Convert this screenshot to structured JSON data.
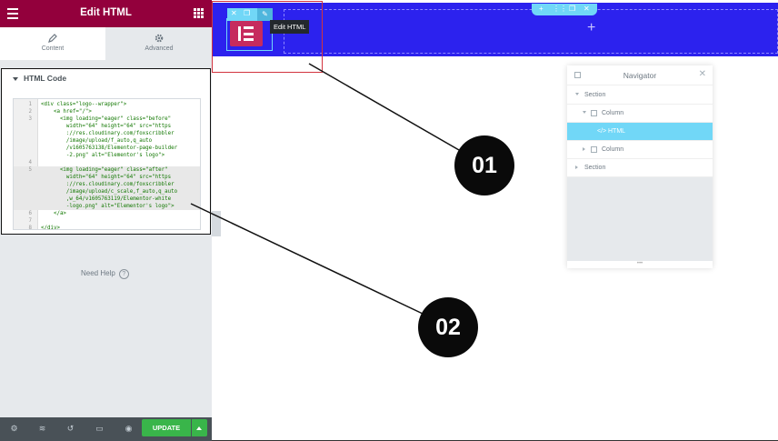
{
  "panel": {
    "title": "Edit HTML",
    "tabs": [
      {
        "label": "Content",
        "icon": "pencil-icon",
        "active": true
      },
      {
        "label": "Advanced",
        "icon": "gear-icon",
        "active": false
      }
    ],
    "section_title": "HTML Code",
    "code_lines": [
      {
        "num": "1",
        "text": "<div class=\"logo--wrapper\">"
      },
      {
        "num": "2",
        "text": "    <a href=\"/\">"
      },
      {
        "num": "3",
        "text": "      <img loading=\"eager\" class=\"before\""
      },
      {
        "num": "",
        "text": "        width=\"64\" height=\"64\" src=\"https"
      },
      {
        "num": "",
        "text": "        ://res.cloudinary.com/foxscribbler"
      },
      {
        "num": "",
        "text": "        /image/upload/f_auto,q_auto"
      },
      {
        "num": "",
        "text": "        /v1605763138/Elementor-page-builder"
      },
      {
        "num": "",
        "text": "        -2.png\" alt=\"Elementor's logo\">"
      },
      {
        "num": "4",
        "text": ""
      },
      {
        "num": "5",
        "text": "      <img loading=\"eager\" class=\"after\""
      },
      {
        "num": "",
        "text": "        width=\"64\" height=\"64\" src=\"https"
      },
      {
        "num": "",
        "text": "        ://res.cloudinary.com/foxscribbler"
      },
      {
        "num": "",
        "text": "        /image/upload/c_scale,f_auto,q_auto"
      },
      {
        "num": "",
        "text": "        ,w_64/v1605763119/Elementor-white"
      },
      {
        "num": "",
        "text": "        -logo.png\" alt=\"Elementor's logo\">"
      },
      {
        "num": "6",
        "text": "    </a>"
      },
      {
        "num": "7",
        "text": ""
      },
      {
        "num": "8",
        "text": "</div>"
      }
    ],
    "need_help": "Need Help",
    "update_label": "UPDATE"
  },
  "canvas": {
    "tooltip": "Edit HTML"
  },
  "navigator": {
    "title": "Navigator",
    "rows": [
      {
        "label": "Section",
        "level": 0,
        "caret": "down",
        "active": false
      },
      {
        "label": "Column",
        "level": 1,
        "caret": "down",
        "active": false
      },
      {
        "label": "HTML",
        "level": 2,
        "caret": "",
        "active": true
      },
      {
        "label": "Column",
        "level": 1,
        "caret": "right",
        "active": false
      },
      {
        "label": "Section",
        "level": 0,
        "caret": "right",
        "active": false
      }
    ]
  },
  "annotations": [
    "01",
    "02"
  ],
  "colors": {
    "header": "#93003c",
    "section_blue": "#2c22ee",
    "cyan": "#71d7f7",
    "update_green": "#39b54a",
    "highlight_red": "#d2343f"
  }
}
